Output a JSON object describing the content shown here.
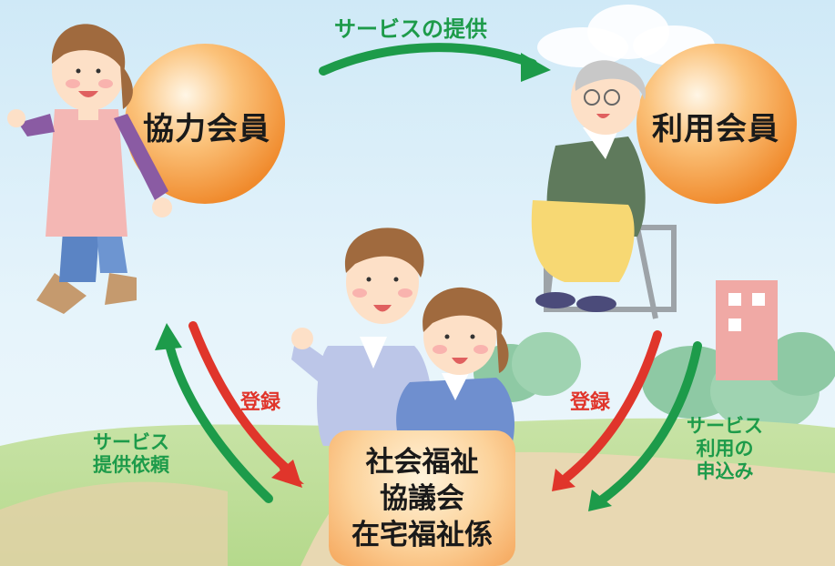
{
  "top_arrow_label": "サービスの提供",
  "nodes": {
    "cooperating_member": "協力会員",
    "using_member": "利用会員",
    "council": [
      "社会福祉",
      "協議会",
      "在宅福祉係"
    ]
  },
  "left": {
    "register": "登録",
    "request": [
      "サービス",
      "提供依頼"
    ]
  },
  "right": {
    "register": "登録",
    "apply": [
      "サービス",
      "利用の",
      "申込み"
    ]
  },
  "colors": {
    "green_arrow": "#1d9b4a",
    "red_arrow": "#e0352b",
    "orb": "#f5a34f",
    "center_box": "#fbc07d"
  }
}
